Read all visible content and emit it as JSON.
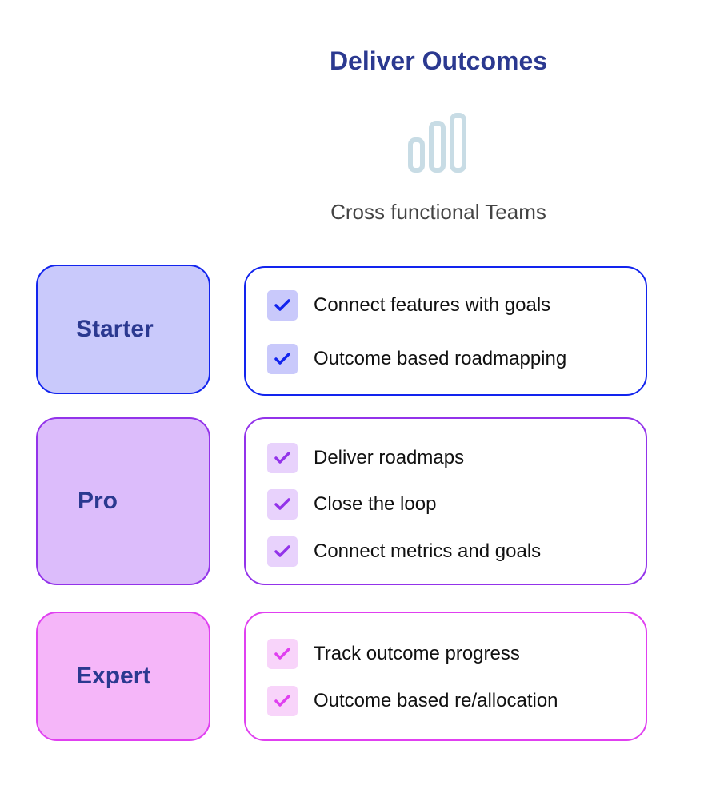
{
  "header": {
    "title": "Deliver Outcomes",
    "subtitle": "Cross functional Teams",
    "icon": "bar-chart-icon"
  },
  "tiers": [
    {
      "name": "Starter",
      "fill": "#c9c9fb",
      "border": "#1224ee",
      "check_bg": "#c9c9fb",
      "check": "#1224ee",
      "features": [
        "Connect features with goals",
        "Outcome based roadmapping"
      ]
    },
    {
      "name": "Pro",
      "fill": "#dcbcfb",
      "border": "#9333ea",
      "check_bg": "#e8d2fc",
      "check": "#9333ea",
      "features": [
        "Deliver roadmaps",
        "Close the loop",
        "Connect metrics and goals"
      ]
    },
    {
      "name": "Expert",
      "fill": "#f5b6f9",
      "border": "#e040f0",
      "check_bg": "#f8d4fa",
      "check": "#e040f0",
      "features": [
        "Track outcome progress",
        "Outcome based re/allocation"
      ]
    }
  ]
}
